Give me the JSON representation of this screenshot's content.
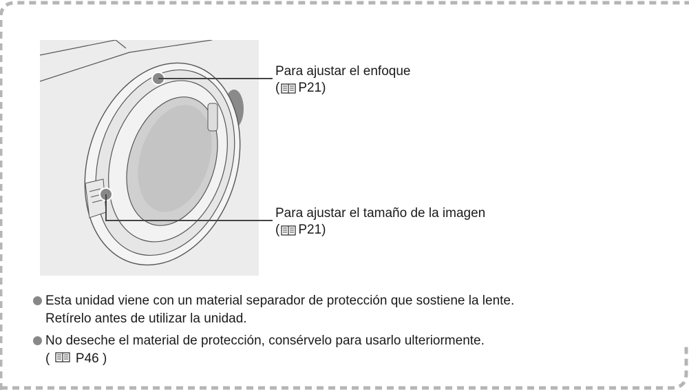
{
  "callouts": {
    "focus": {
      "label": "Para ajustar el enfoque",
      "ref_open": "(",
      "ref_page": "P21",
      "ref_close": ")"
    },
    "zoom": {
      "label": "Para ajustar el tamaño de la imagen",
      "ref_open": "(",
      "ref_page": "P21",
      "ref_close": ")"
    }
  },
  "notes": [
    {
      "line1": "Esta unidad viene con un material separador de protección que sostiene la lente.",
      "line2": "Retírelo antes de utilizar la unidad."
    },
    {
      "line1": "No deseche el material de protección, consérvelo para usarlo ulteriormente.",
      "ref_open": "(",
      "ref_page": "P46",
      "ref_close": ")"
    }
  ],
  "colors": {
    "border": "#b5b5b5",
    "bullet": "#888888",
    "illustration_bg": "#ececec"
  },
  "icons": {
    "manual_ref": "book-icon",
    "bullet": "bullet-dot-icon"
  }
}
